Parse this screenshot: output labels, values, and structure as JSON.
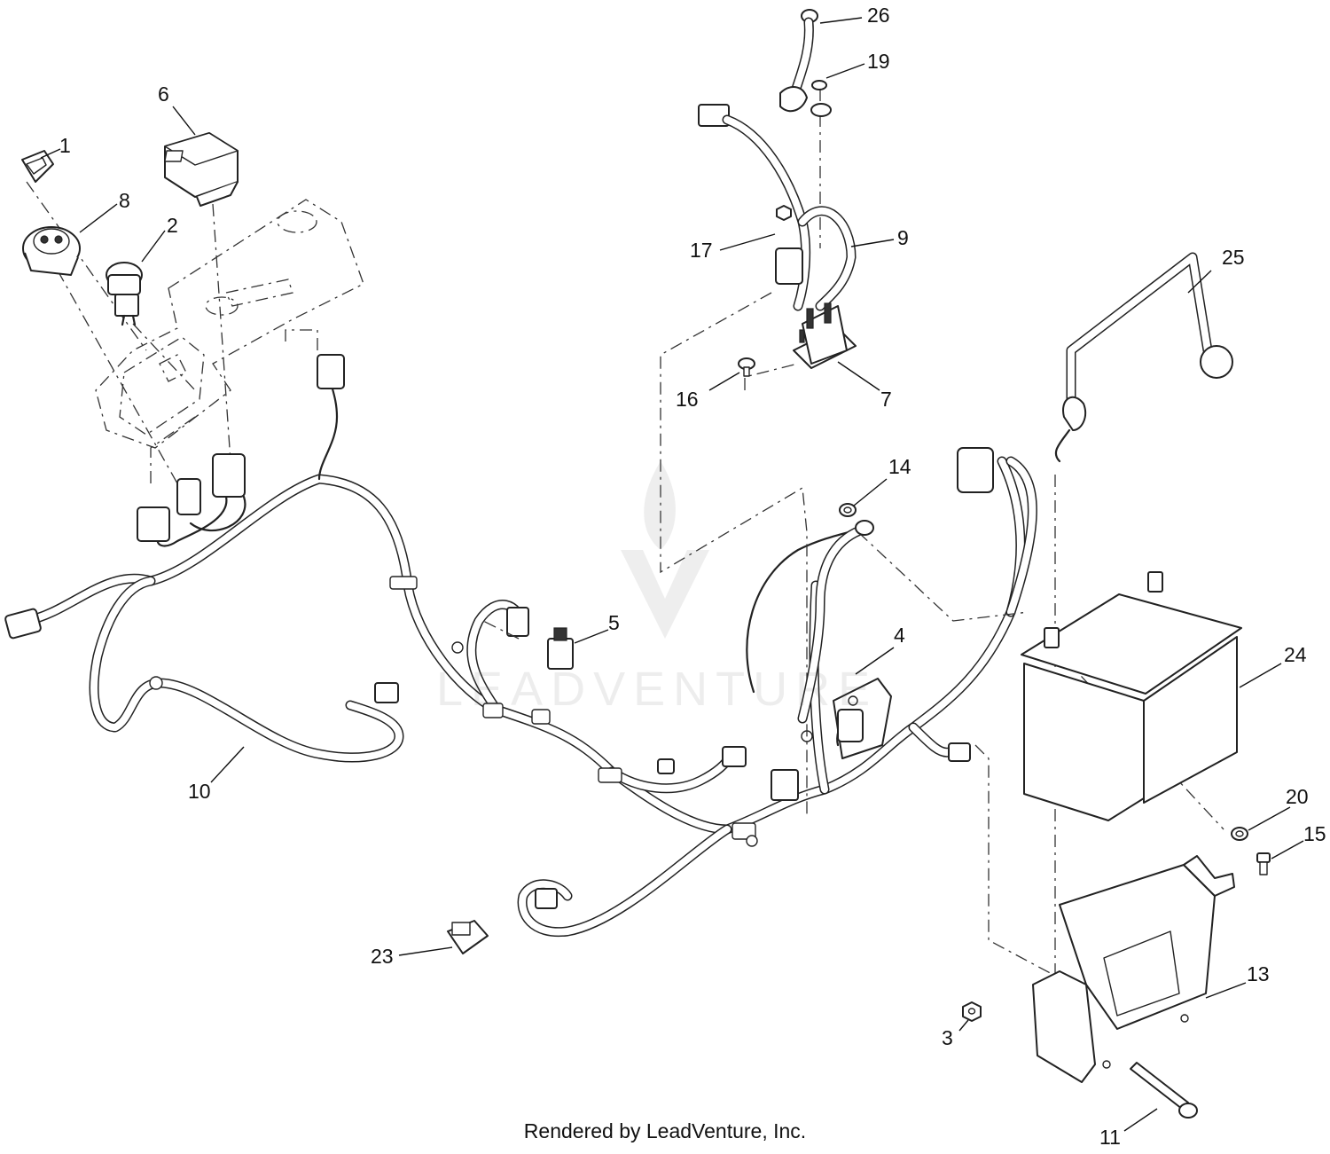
{
  "callouts": {
    "c1": "1",
    "c2": "2",
    "c3": "3",
    "c4": "4",
    "c5": "5",
    "c6": "6",
    "c7": "7",
    "c8": "8",
    "c9": "9",
    "c10": "10",
    "c11": "11",
    "c13": "13",
    "c14": "14",
    "c15": "15",
    "c16": "16",
    "c17": "17",
    "c19": "19",
    "c20": "20",
    "c23": "23",
    "c24": "24",
    "c25": "25",
    "c26": "26"
  },
  "watermark": "LEADVENTURE",
  "footer": {
    "credit": "Rendered by LeadVenture, Inc."
  },
  "colors": {
    "line": "#222222",
    "background": "#ffffff"
  }
}
